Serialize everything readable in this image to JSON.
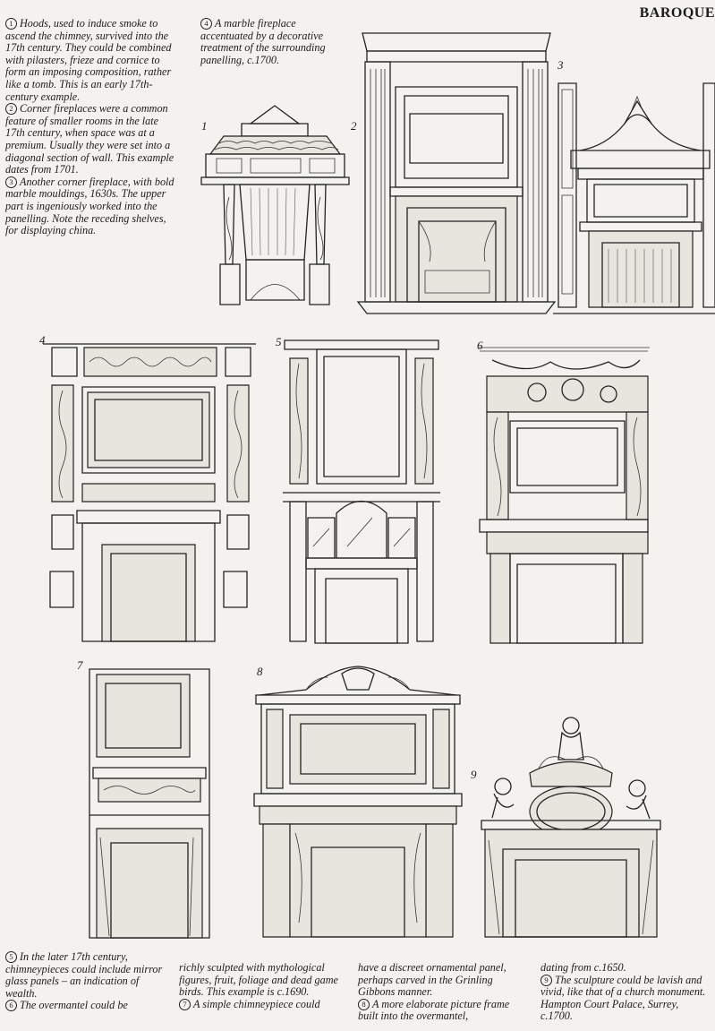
{
  "header": {
    "section": "BAROQUE"
  },
  "figure_labels": [
    "1",
    "2",
    "3",
    "4",
    "5",
    "6",
    "7",
    "8",
    "9"
  ],
  "captions_top_left": [
    {
      "num": "1",
      "text": "Hoods, used to induce smoke to ascend the chimney, survived into the 17th century. They could be combined with pilasters, frieze and cornice to form an imposing composition, rather like a tomb. This is an early 17th-century example."
    },
    {
      "num": "2",
      "text": "Corner fireplaces were a common feature of smaller rooms in the late 17th century, when space was at a premium. Usually they were set into a diagonal section of wall. This example dates from 1701."
    },
    {
      "num": "3",
      "text": "Another corner fireplace, with bold marble mouldings, 1630s. The upper part is ingeniously worked into the panelling. Note the receding shelves, for displaying china."
    }
  ],
  "caption_4": {
    "num": "4",
    "text": "A marble fireplace accentuated by a decorative treatment of the surrounding panelling, c.1700."
  },
  "bottom_columns": [
    {
      "items": [
        {
          "num": "5",
          "text": "In the later 17th century, chimneypieces could include mirror glass panels – an indication of wealth."
        },
        {
          "num": "6",
          "text": "The overmantel could be"
        }
      ]
    },
    {
      "items": [
        {
          "num": "",
          "text": "richly sculpted with mythological figures, fruit, foliage and dead game birds. This example is c.1690."
        },
        {
          "num": "7",
          "text": "A simple chimneypiece could"
        }
      ]
    },
    {
      "items": [
        {
          "num": "",
          "text": "have a discreet ornamental panel, perhaps carved in the Grinling Gibbons manner."
        },
        {
          "num": "8",
          "text": "A more elaborate picture frame built into the overmantel,"
        }
      ]
    },
    {
      "items": [
        {
          "num": "",
          "text": "dating from c.1650."
        },
        {
          "num": "9",
          "text": "The sculpture could be lavish and vivid, like that of a church monument. Hampton Court Palace, Surrey, c.1700."
        }
      ]
    }
  ]
}
